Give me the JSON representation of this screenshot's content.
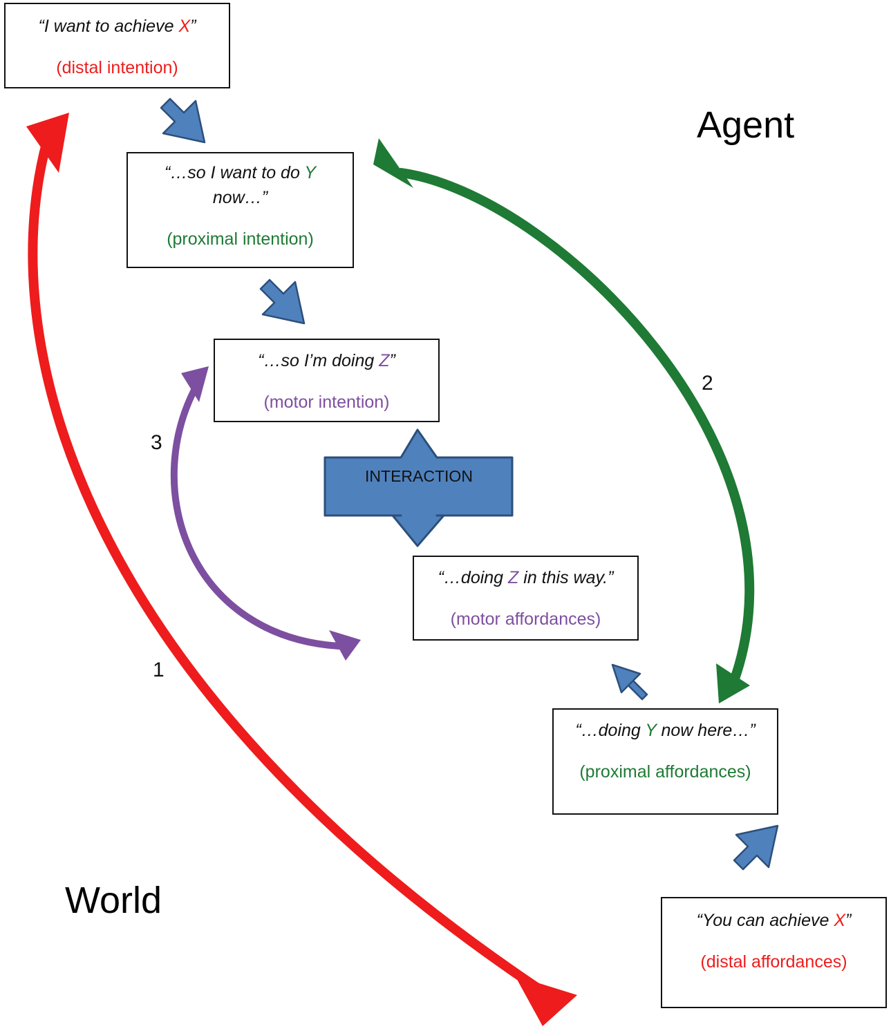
{
  "colors": {
    "distal": "#ee1c1c",
    "proximal": "#1e7a34",
    "motor": "#7d4fa0",
    "flow_arrow": "#4f81bd",
    "flow_arrow_border": "#2c4f7a"
  },
  "agent_label": "Agent",
  "world_label": "World",
  "loops": {
    "one": "1",
    "two": "2",
    "three": "3"
  },
  "interaction_label": "INTERACTION",
  "boxes": {
    "distal_intention": {
      "quote_open": "“I want to achieve ",
      "var": "X",
      "quote_close": "”",
      "label": "(distal intention)"
    },
    "proximal_intention": {
      "quote_open": "“…so I want to do ",
      "var": "Y",
      "quote_close_line2": "now…”",
      "label": "(proximal intention)"
    },
    "motor_intention": {
      "quote_open": "“…so I’m doing ",
      "var": "Z",
      "quote_close": "”",
      "label": "(motor intention)"
    },
    "motor_affordances": {
      "quote_open": "“…doing ",
      "var": "Z",
      "quote_close": " in this way.”",
      "label": "(motor affordances)"
    },
    "proximal_affordances": {
      "quote_open": "“…doing ",
      "var": "Y",
      "quote_close": " now here…”",
      "label": "(proximal affordances)"
    },
    "distal_affordances": {
      "quote_open": "“You can achieve ",
      "var": "X",
      "quote_close": "”",
      "label": "(distal affordances)"
    }
  }
}
